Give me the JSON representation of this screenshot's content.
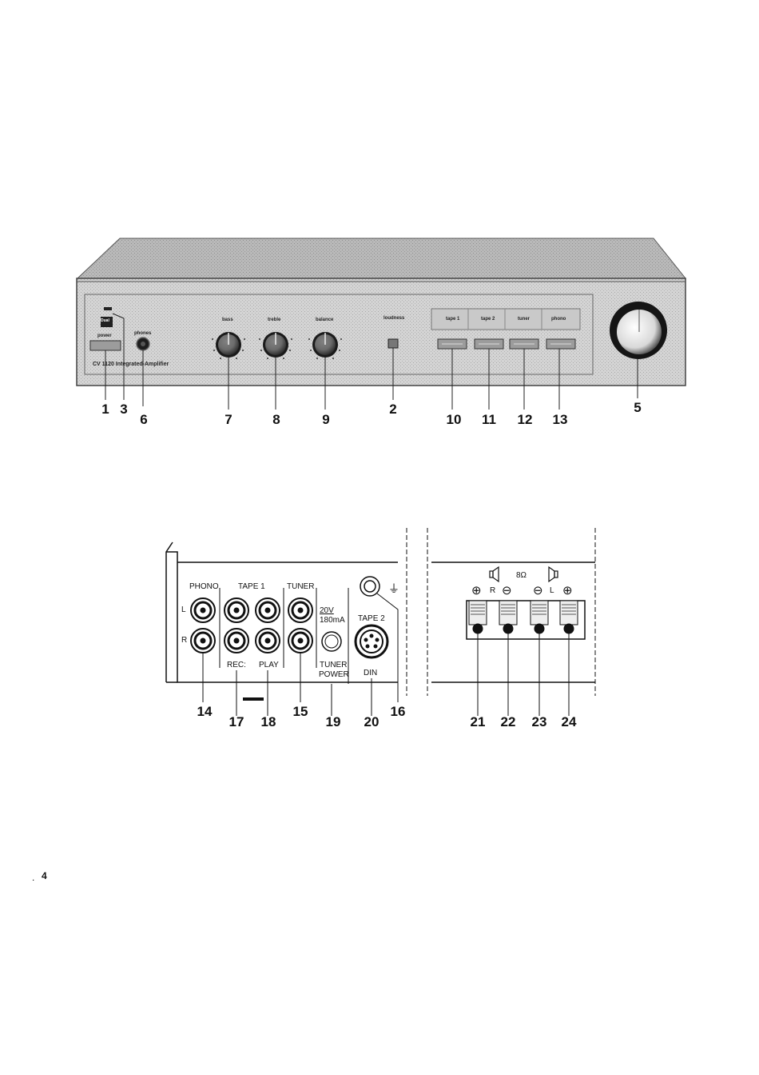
{
  "front_panel": {
    "brand_badge": "Dual",
    "power_label": "power",
    "phones_label": "phones",
    "model_label": "CV 1120  Integrated-Amplifier",
    "knob_labels": [
      "bass",
      "treble",
      "balance"
    ],
    "loudness_label": "loudness",
    "selector_labels": [
      "tape 1",
      "tape 2",
      "tuner",
      "phono"
    ],
    "callouts": [
      "1",
      "3",
      "6",
      "7",
      "8",
      "9",
      "2",
      "10",
      "11",
      "12",
      "13",
      "5"
    ]
  },
  "rear_panel": {
    "phono": "PHONO",
    "tape1": "TAPE 1",
    "tuner": "TUNER",
    "left": "L",
    "right": "R",
    "rec": "REC:",
    "play": "PLAY",
    "power_rating_line1": "20V",
    "power_rating_line2": "180mA",
    "tuner_power_line1": "TUNER",
    "tuner_power_line2": "POWER",
    "tape2": "TAPE 2",
    "din": "DIN",
    "ground_symbol": "⏚",
    "impedance": "8Ω",
    "speaker_r": "R",
    "speaker_l": "L",
    "plus": "⊕",
    "minus": "⊖",
    "callouts": [
      "14",
      "17",
      "18",
      "15",
      "19",
      "20",
      "16",
      "21",
      "22",
      "23",
      "24"
    ]
  },
  "page_number": "4"
}
